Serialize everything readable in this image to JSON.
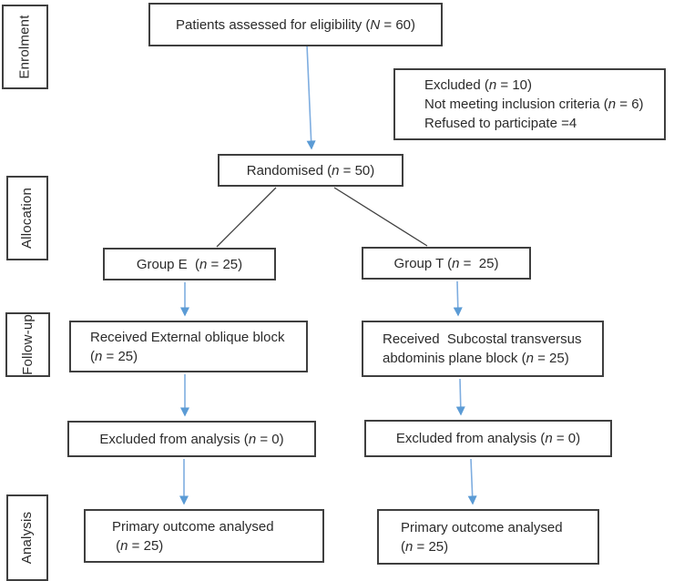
{
  "figure": {
    "type": "consort-flow-diagram",
    "colors": {
      "box_border": "#3f3f3f",
      "arrow_line": "#7eade0",
      "arrow_head": "#5b9bd5",
      "branch_line": "#404040",
      "text": "#2b2b2b"
    },
    "stages": {
      "enrolment": {
        "label": "Enrolment"
      },
      "allocation": {
        "label": "Allocation"
      },
      "followup": {
        "label": "Follow-up"
      },
      "analysis": {
        "label": "Analysis"
      }
    },
    "boxes": {
      "eligibility": {
        "line": [
          {
            "t": "Patients assessed for eligibility ("
          },
          {
            "t": "N",
            "i": true
          },
          {
            "t": " = 60)"
          }
        ]
      },
      "excluded_enrolment": {
        "lines": [
          [
            {
              "t": "Excluded ("
            },
            {
              "t": "n",
              "i": true
            },
            {
              "t": " = 10)"
            }
          ],
          [
            {
              "t": "Not meeting inclusion criteria ("
            },
            {
              "t": "n",
              "i": true
            },
            {
              "t": " = 6)"
            }
          ],
          [
            {
              "t": "Refused to participate =4"
            }
          ]
        ]
      },
      "randomised": {
        "line": [
          {
            "t": "Randomised ("
          },
          {
            "t": "n",
            "i": true
          },
          {
            "t": " = 50)"
          }
        ]
      },
      "group_e": {
        "line": [
          {
            "t": "Group E  ("
          },
          {
            "t": "n",
            "i": true
          },
          {
            "t": " = 25)"
          }
        ]
      },
      "group_t": {
        "line": [
          {
            "t": "Group T ("
          },
          {
            "t": "n",
            "i": true
          },
          {
            "t": " =  25)"
          }
        ]
      },
      "received_e": {
        "lines": [
          [
            {
              "t": "Received External oblique block"
            }
          ],
          [
            {
              "t": "("
            },
            {
              "t": "n",
              "i": true
            },
            {
              "t": " = 25)"
            }
          ]
        ]
      },
      "received_t": {
        "lines": [
          [
            {
              "t": "Received  Subcostal transversus"
            }
          ],
          [
            {
              "t": "abdominis plane block ("
            },
            {
              "t": "n",
              "i": true
            },
            {
              "t": " = 25)"
            }
          ]
        ]
      },
      "excluded_e": {
        "line": [
          {
            "t": "Excluded from analysis ("
          },
          {
            "t": "n",
            "i": true
          },
          {
            "t": " = 0)"
          }
        ]
      },
      "excluded_t": {
        "line": [
          {
            "t": "Excluded from analysis ("
          },
          {
            "t": "n",
            "i": true
          },
          {
            "t": " = 0)"
          }
        ]
      },
      "primary_e": {
        "lines": [
          [
            {
              "t": "Primary outcome analysed"
            }
          ],
          [
            {
              "t": " ("
            },
            {
              "t": "n",
              "i": true
            },
            {
              "t": " = 25)"
            }
          ]
        ]
      },
      "primary_t": {
        "lines": [
          [
            {
              "t": "Primary outcome analysed"
            }
          ],
          [
            {
              "t": "("
            },
            {
              "t": "n",
              "i": true
            },
            {
              "t": " = 25)"
            }
          ]
        ]
      }
    }
  }
}
